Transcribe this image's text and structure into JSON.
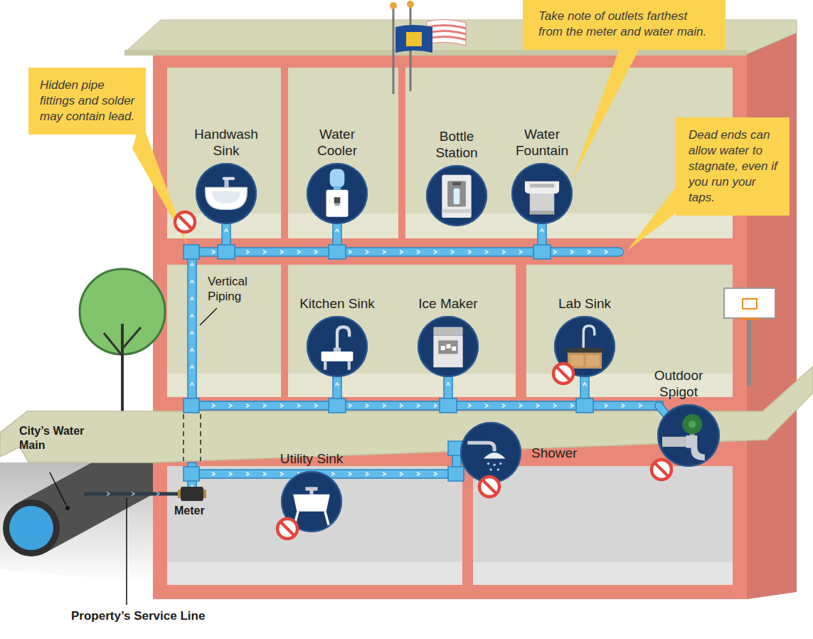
{
  "diagram": {
    "nodes": [
      {
        "text": [
          "Take note of outlets farthest from the meter and water main."
        ]
      },
      {
        "text": [
          "Hidden pipe fittings and solder may contain lead."
        ]
      },
      {
        "text": [
          "Handwash Sink"
        ]
      },
      {
        "text": [
          "Water Cooler"
        ]
      },
      {
        "text": [
          "Bottle Station"
        ]
      },
      {
        "text": [
          "Water Fountain"
        ]
      },
      {
        "text": [
          "Dead ends can allow water to stagnate, even if you run your taps."
        ]
      },
      {
        "text": [
          "Kitchen Sink"
        ]
      },
      {
        "text": [
          "Ice Maker"
        ]
      },
      {
        "text": [
          "Lab Sink"
        ]
      },
      {
        "text": [
          "Outdoor Spigot"
        ]
      },
      {
        "text": [
          "Utility Sink"
        ]
      },
      {
        "text": [
          "Shower"
        ]
      }
    ],
    "edges": [
      {
        "from": 0,
        "to": 5,
        "arrow": "none"
      }
    ],
    "labels": [
      "Vertical Piping",
      "City’s Water Main",
      "Meter",
      "Property’s Service Line"
    ]
  }
}
